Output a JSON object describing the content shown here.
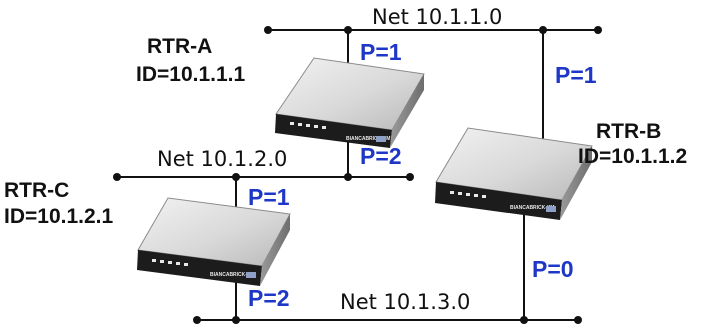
{
  "colors": {
    "line": "#111111",
    "port": "#1f37c8",
    "router_body": "#d8d8d8",
    "router_front": "#1c1c1c"
  },
  "networks": [
    {
      "id": "net1",
      "label": "Net 10.1.1.0"
    },
    {
      "id": "net2",
      "label": "Net 10.1.2.0"
    },
    {
      "id": "net3",
      "label": "Net 10.1.3.0"
    }
  ],
  "routers": [
    {
      "id": "a",
      "name": "RTR-A",
      "router_id": "ID=10.1.1.1",
      "front_text": "BIANCABRICK-XM",
      "icon": "router-icon"
    },
    {
      "id": "b",
      "name": "RTR-B",
      "router_id": "ID=10.1.1.2",
      "front_text": "BIANCABRICK-XM",
      "icon": "router-icon"
    },
    {
      "id": "c",
      "name": "RTR-C",
      "router_id": "ID=10.1.2.1",
      "front_text": "BIANCABRICK-XM",
      "icon": "router-icon"
    }
  ],
  "ports": [
    {
      "id": "a_net1",
      "label": "P=1"
    },
    {
      "id": "a_net2",
      "label": "P=2"
    },
    {
      "id": "b_net1",
      "label": "P=1"
    },
    {
      "id": "b_net3",
      "label": "P=0"
    },
    {
      "id": "c_net2",
      "label": "P=1"
    },
    {
      "id": "c_net3",
      "label": "P=2"
    }
  ]
}
